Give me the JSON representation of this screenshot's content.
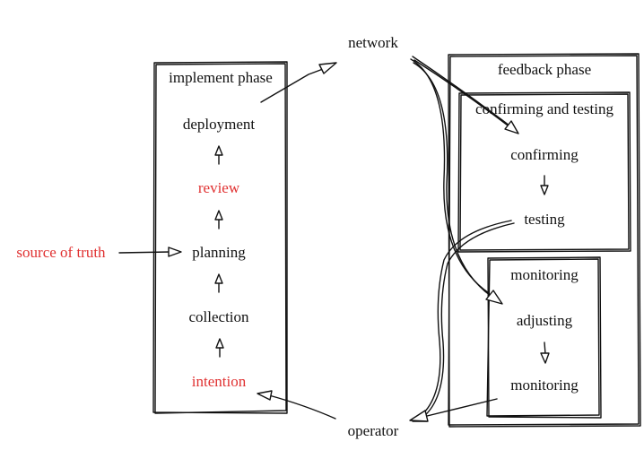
{
  "colors": {
    "ink": "#111111",
    "highlight": "#e03131",
    "background": "#ffffff"
  },
  "labels": {
    "network": "network",
    "operator": "operator",
    "source_of_truth": "source of truth",
    "implement_phase": {
      "title": "implement phase",
      "deployment": "deployment",
      "review": "review",
      "planning": "planning",
      "collection": "collection",
      "intention": "intention"
    },
    "feedback_phase": {
      "title": "feedback phase",
      "confirming_and_testing": {
        "title": "confirming and testing",
        "confirming": "confirming",
        "testing": "testing"
      },
      "monitoring": {
        "title": "monitoring",
        "adjusting": "adjusting",
        "monitoring": "monitoring"
      }
    }
  }
}
